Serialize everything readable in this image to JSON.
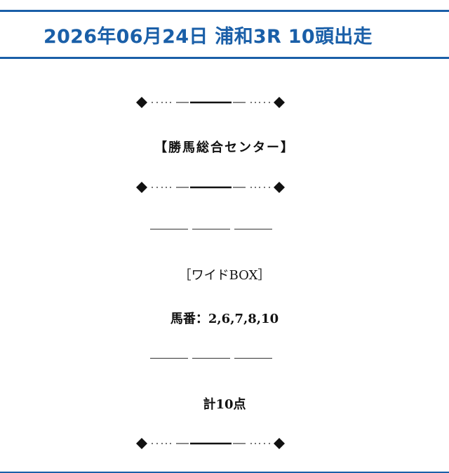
{
  "header": {
    "title": "2026年06月24日 浦和3R 10頭出走"
  },
  "article": {
    "source_title": "【勝馬総合センター】",
    "bet_type": "［ワイドBOX］",
    "horse_numbers": "馬番：2,6,7,8,10",
    "total": "計10点"
  },
  "colors": {
    "accent": "#1a5fa8",
    "text": "#111111"
  }
}
